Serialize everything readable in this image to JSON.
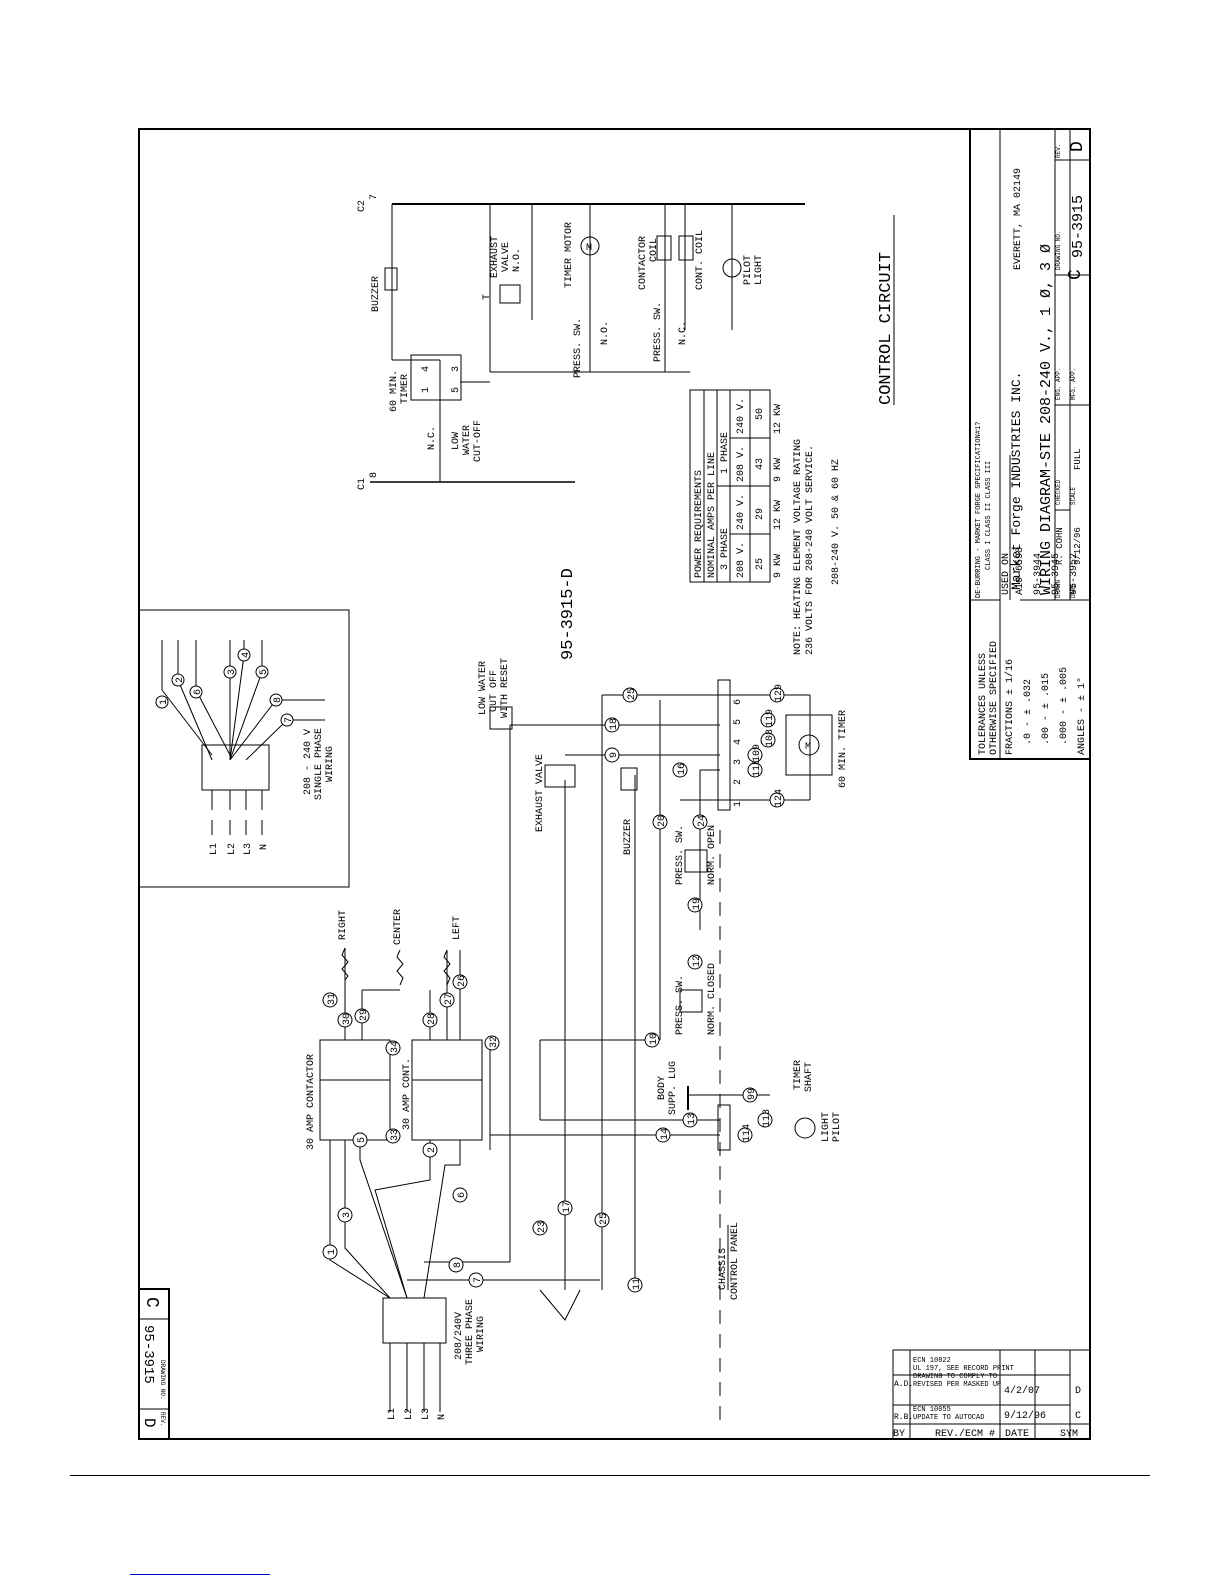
{
  "drawing_number": "95-3915-D",
  "control_circuit": {
    "title": "CONTROL CIRCUIT",
    "labels": {
      "c2": "C2",
      "c2_num": "7",
      "c1": "C1",
      "c1_num": "8",
      "buzzer": "BUZZER",
      "exhaust_valve": [
        "EXHAUST",
        "VALVE",
        "N.O."
      ],
      "t": "T",
      "timer_motor": "TIMER MOTOR",
      "contactor_coil": [
        "CONTACTOR",
        "COIL"
      ],
      "cont_coil": "CONT. COIL",
      "pilot_light": [
        "PILOT",
        "LIGHT"
      ],
      "timer_60": [
        "60 MIN.",
        "TIMER"
      ],
      "nc": "N.C.",
      "low_water_cutoff": [
        "LOW",
        "WATER",
        "CUT-OFF"
      ],
      "press_sw": "PRESS. SW.",
      "no": "N.O.",
      "nc2": "N.C.",
      "terminals": [
        "4",
        "3",
        "1",
        "5"
      ]
    }
  },
  "power_requirements": {
    "title": "POWER REQUIREMENTS",
    "subtitle": "NOMINAL AMPS PER LINE",
    "group_headers": [
      "3 PHASE",
      "1 PHASE"
    ],
    "columns": [
      "208 V.",
      "240 V.",
      "208 V.",
      "240 V."
    ],
    "amps": [
      "25",
      "29",
      "43",
      "50"
    ],
    "kw": [
      "9 KW",
      "12 KW",
      "9 KW",
      "12 KW"
    ]
  },
  "notes": {
    "note_1": "NOTE: HEATING ELEMENT VOLTAGE RATING",
    "note_2": "236 VOLTS FOR 208-240 VOLT SERVICE.",
    "hz": "208-240 V. 50 & 60 HZ"
  },
  "single_phase_inset": {
    "title": [
      "208 - 240 V",
      "SINGLE PHASE",
      "WIRING"
    ],
    "lines": [
      "L1",
      "L2",
      "L3",
      "N"
    ],
    "wires": [
      "1",
      "2",
      "6",
      "3",
      "4",
      "5",
      "8",
      "7"
    ]
  },
  "main_wiring": {
    "elements": [
      "RIGHT",
      "CENTER",
      "LEFT"
    ],
    "contactor_30": "30 AMP CONTACTOR",
    "cont_30": "30 AMP CONT.",
    "three_phase": [
      "208/240V",
      "THREE PHASE",
      "WIRING"
    ],
    "lines": [
      "L1",
      "L2",
      "L3",
      "N"
    ],
    "press_sw": "PRESS. SW.",
    "norm_closed": "NORM. CLOSED",
    "norm_open": "NORM. OPEN",
    "body_supp_lug": [
      "BODY",
      "SUPP. LUG"
    ],
    "timer_shaft": [
      "TIMER",
      "SHAFT"
    ],
    "light_pilot": [
      "LIGHT",
      "PILOT"
    ],
    "chassis": "CHASSIS",
    "control_panel": "CONTROL PANEL",
    "exhaust_valve": "EXHAUST VALVE",
    "buzzer": "BUZZER",
    "low_water": [
      "LOW WATER",
      "CUT OFF",
      "WITH RESET"
    ],
    "timer_60": "60 MIN. TIMER",
    "wire_numbers": [
      "1",
      "3",
      "5",
      "2",
      "6",
      "29",
      "30",
      "31",
      "28",
      "27",
      "26",
      "34",
      "33",
      "32",
      "8",
      "7",
      "23",
      "17",
      "25",
      "11",
      "10",
      "12",
      "19",
      "20",
      "24",
      "16",
      "9",
      "18",
      "25",
      "14",
      "13",
      "99",
      "113",
      "114",
      "124",
      "129",
      "118",
      "108",
      "109",
      "119"
    ],
    "strip_top": [
      "1",
      "2",
      "3",
      "4",
      "5",
      "6"
    ]
  },
  "tolerances": {
    "title": [
      "TOLERANCES UNLESS",
      "OTHERWISE SPECIFIED"
    ],
    "rows": [
      "FRACTIONS  ± 1/16",
      ".0    -  ± .032",
      ".00   -  ± .015",
      ".000  -  ± .005",
      "ANGLES  -  ± 1°"
    ]
  },
  "used_on": {
    "title": "USED ON",
    "items": [
      "A10-6598",
      "95-3944",
      "95-3945",
      "95-3952"
    ]
  },
  "title_block": {
    "class_note": [
      "DE-BURRING - MARKET FORGE SPECIFICATION#1?",
      "CLASS I  CLASS II  CLASS III"
    ],
    "company": "Market Forge INDUSTRIES INC.",
    "city": "EVERETT, MA 02149",
    "title": "WIRING DIAGRAM-STE 208-240 V., 1 Ø, 3 Ø",
    "drawn_label": "DRAWN",
    "drawn": "R. COHN",
    "checked_label": "CHECKED",
    "eng_label": "ENG. APP.",
    "date_label": "DATE",
    "date": "9/12/96",
    "scale_label": "SCALE",
    "scale": "FULL",
    "mfg_label": "MFG. APP.",
    "size": "C",
    "dwg_label": "DRAWING NO.",
    "dwg": "95-3915",
    "rev_label": "REV.",
    "rev": "D"
  },
  "revisions": {
    "headers": [
      "SYM",
      "DATE",
      "REV./ECM #",
      "BY"
    ],
    "rows": [
      {
        "sym": "D",
        "date": "4/2/07",
        "desc": [
          "REVISED PER MASKED UP",
          "DRAWING TO COMPLY TO",
          "UL 197, SEE RECORD PRINT",
          "ECN 10822"
        ],
        "by": "A.D."
      },
      {
        "sym": "C",
        "date": "9/12/96",
        "desc": [
          "UPDATE TO AUTOCAD",
          "ECN 10055"
        ],
        "by": "R.B."
      }
    ]
  },
  "corner_block": {
    "size": "C",
    "dwg": "95-3915",
    "dwg_label": "DRAWING NO.",
    "rev_label": "REV.",
    "rev": "D"
  }
}
